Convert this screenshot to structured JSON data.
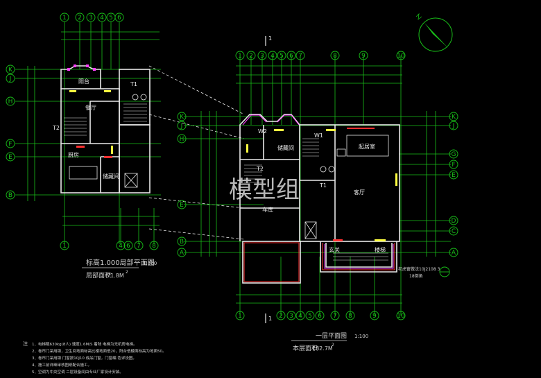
{
  "watermark": "模型组",
  "left_plan": {
    "axis_numbers_top": [
      "1",
      "2",
      "3",
      "4",
      "5",
      "6"
    ],
    "axis_numbers_bottom": [
      "1",
      "4",
      "6",
      "7",
      "8"
    ],
    "axis_letters": [
      "K",
      "J",
      "H",
      "F",
      "E",
      "B"
    ],
    "rooms": {
      "stair_t1": "T1",
      "stair_t2": "T2",
      "dining": "餐厅",
      "balcony": "阳台",
      "kitchen": "厨房",
      "storage": "储藏间"
    },
    "title": "标高1.000局部平面图",
    "scale": "1:100",
    "area_label": "局部面积",
    "area_value": "71.8M",
    "area_sup": "2"
  },
  "right_plan": {
    "axis_numbers_top": [
      "1",
      "2",
      "3",
      "4",
      "5",
      "6",
      "7",
      "8",
      "9",
      "10"
    ],
    "axis_numbers_bottom": [
      "1",
      "2",
      "3",
      "4",
      "5",
      "6",
      "7",
      "8",
      "9",
      "10"
    ],
    "axis_letters_left": [
      "K",
      "J",
      "H",
      "E",
      "B",
      "A"
    ],
    "axis_letters_right": [
      "K",
      "J",
      "G",
      "F",
      "E",
      "D",
      "C",
      "A"
    ],
    "section_mark": "1",
    "rooms": {
      "stair_t1": "T1",
      "stair_t2": "T2",
      "w1": "W1",
      "w2": "W2",
      "storage": "储藏间",
      "living": "客厅",
      "garage": "车库",
      "lounge": "起居室",
      "entrance": "玄关",
      "stair_hall": "楼梯"
    },
    "title": "一层平面图",
    "scale": "1:100",
    "area_label": "本层面积",
    "area_value": "182.7M",
    "area_sup": "2",
    "note_tag": "老虎窗做法10J2108 3",
    "note_tag2": "18倒角"
  },
  "notes": {
    "heading": "注",
    "lines": [
      "1、电梯载630kg(8人) 速度1.6M/S 着陆 电梯为无机房电梯。",
      "2、卷帘门采用钢，卫生间地面标高比楼地面低20，阳台低楼面标高为地面50。",
      "3、卷帘门采用钢 门窗按10J10 成品门窗，门窗编 色详设图。",
      "4、施工前详细审核图纸配合施工。",
      "5、空调为中央空调 二层设备间由专业厂家设计安装。"
    ]
  },
  "colors": {
    "background": "#000000",
    "axis_green": "#19c119",
    "wall_white": "#e8e8e8",
    "dim_cyan": "#22d3d3",
    "accent_red": "#ff3030",
    "accent_magenta": "#ff40ff",
    "accent_yellow": "#ffff40",
    "text_gray": "#d0d0d0"
  }
}
